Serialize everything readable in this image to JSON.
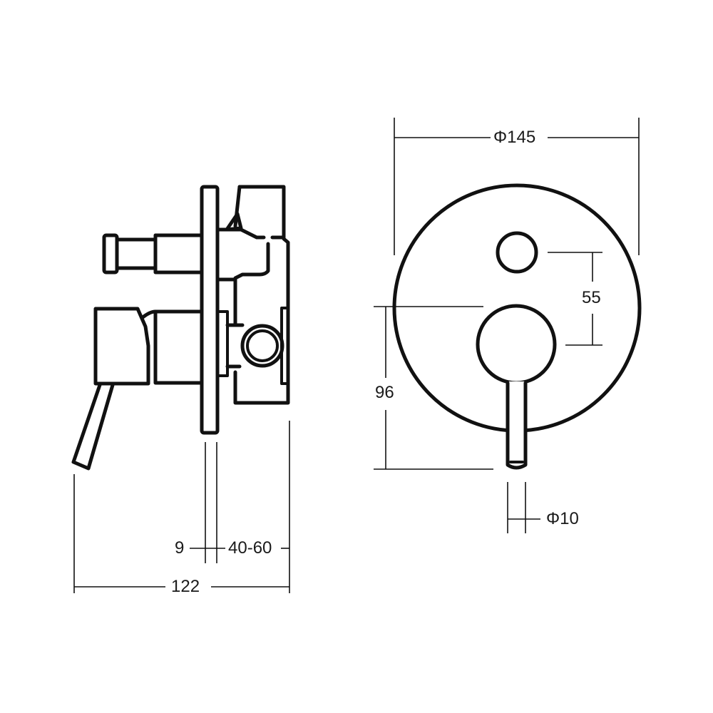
{
  "drawing": {
    "title": "Shower mixer with diverter - dimension drawing",
    "colors": {
      "line": "#111111",
      "text": "#1a1a1a",
      "background": "#ffffff"
    },
    "side_view": {
      "dimensions": {
        "plate_thickness": "9",
        "wall_depth": "40-60",
        "overall_depth": "122"
      }
    },
    "front_view": {
      "dimensions": {
        "plate_diameter": "Φ145",
        "diverter_to_handle": "55",
        "handle_drop": "96",
        "lever_diameter": "Φ10"
      }
    }
  }
}
